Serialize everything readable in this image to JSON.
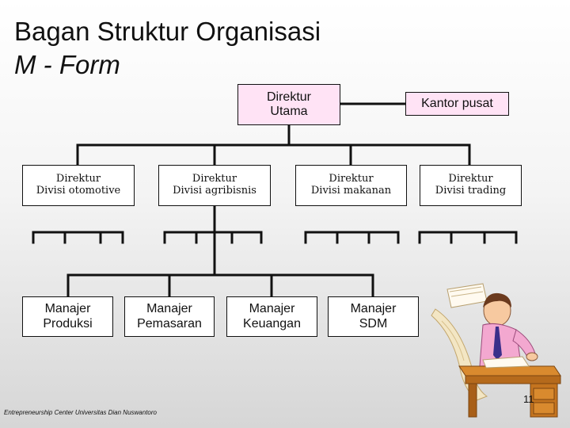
{
  "title": {
    "line1": "Bagan Struktur Organisasi",
    "line2": "M - Form"
  },
  "top": {
    "line1": "Direktur",
    "line2": "Utama"
  },
  "headquarters": "Kantor pusat",
  "divisions": [
    {
      "line1": "Direktur",
      "line2": "Divisi otomotive"
    },
    {
      "line1": "Direktur",
      "line2": "Divisi agribisnis"
    },
    {
      "line1": "Direktur",
      "line2": "Divisi makanan"
    },
    {
      "line1": "Direktur",
      "line2": "Divisi trading"
    }
  ],
  "managers": [
    {
      "line1": "Manajer",
      "line2": "Produksi"
    },
    {
      "line1": "Manajer",
      "line2": "Pemasaran"
    },
    {
      "line1": "Manajer",
      "line2": "Keuangan"
    },
    {
      "line1": "Manajer",
      "line2": "SDM"
    }
  ],
  "footer": "Entrepreneurship Center Universitas Dian Nuswantoro",
  "page_number": "11",
  "colors": {
    "top_box": "#ffe3f5",
    "headquarters_box": "#ffe3f5",
    "lines": "#111111"
  },
  "illustration": "businessman-at-desk-clipart"
}
